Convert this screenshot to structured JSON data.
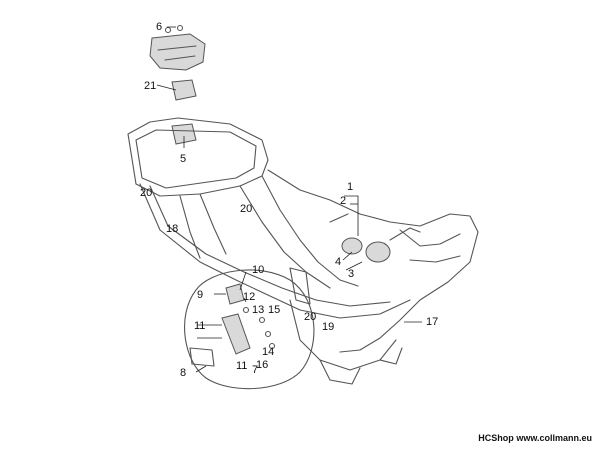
{
  "callouts": [
    {
      "id": "c6",
      "text": "6"
    },
    {
      "id": "c21",
      "text": "21"
    },
    {
      "id": "c5",
      "text": "5"
    },
    {
      "id": "c20a",
      "text": "20"
    },
    {
      "id": "c18",
      "text": "18"
    },
    {
      "id": "c20b",
      "text": "20"
    },
    {
      "id": "c1",
      "text": "1"
    },
    {
      "id": "c2",
      "text": "2"
    },
    {
      "id": "c3",
      "text": "3"
    },
    {
      "id": "c4",
      "text": "4"
    },
    {
      "id": "c10",
      "text": "10"
    },
    {
      "id": "c9",
      "text": "9"
    },
    {
      "id": "c12",
      "text": "12"
    },
    {
      "id": "c13",
      "text": "13"
    },
    {
      "id": "c15",
      "text": "15"
    },
    {
      "id": "c20c",
      "text": "20"
    },
    {
      "id": "c19",
      "text": "19"
    },
    {
      "id": "c17",
      "text": "17"
    },
    {
      "id": "c11a",
      "text": "11"
    },
    {
      "id": "c14",
      "text": "14"
    },
    {
      "id": "c16",
      "text": "16"
    },
    {
      "id": "c8",
      "text": "8"
    },
    {
      "id": "c11b",
      "text": "11"
    },
    {
      "id": "c7",
      "text": "7"
    }
  ],
  "footer": {
    "brand": "HCShop",
    "url": "www.collmann.eu"
  },
  "colors": {
    "line": "#555555",
    "part_fill": "#d9d9d9",
    "text": "#111111"
  }
}
